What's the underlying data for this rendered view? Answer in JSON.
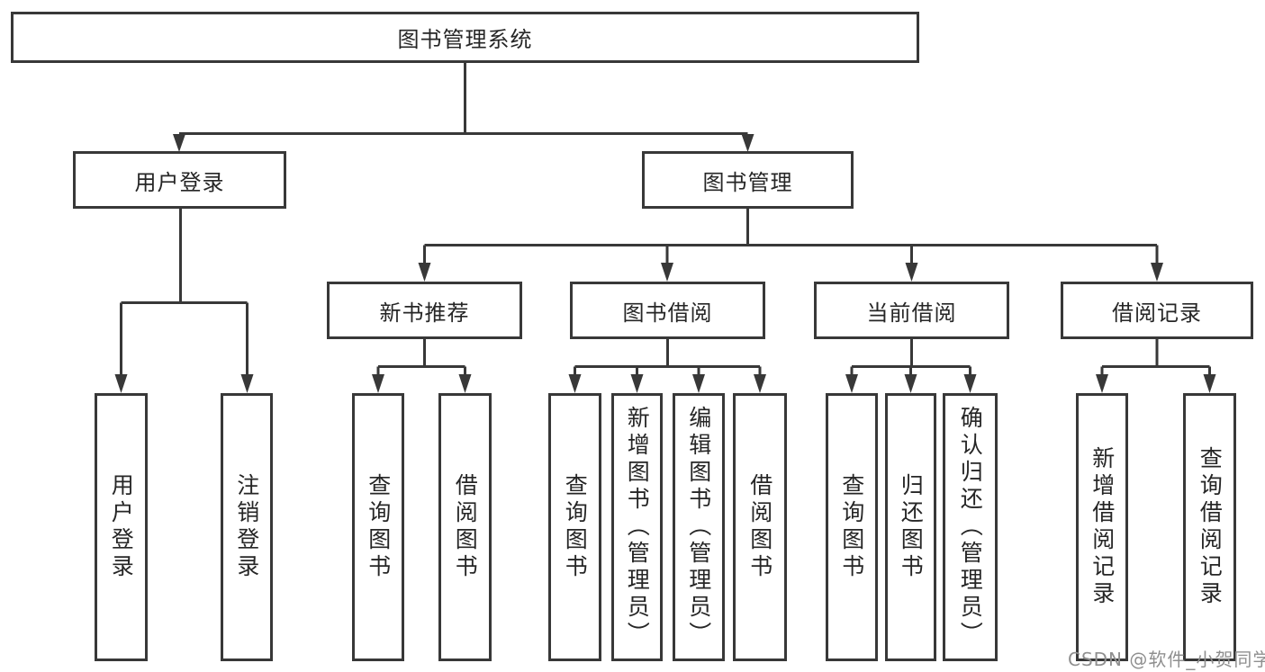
{
  "diagram": {
    "watermark": "CSDN @软件_小贺同学",
    "colors": {
      "line": "#383838",
      "box_border": "#383838",
      "text": "#262626",
      "watermark": "#8f8f8f",
      "background": "#ffffff"
    },
    "nodes": {
      "root": "图书管理系统",
      "user_login": "用户登录",
      "book_management": "图书管理",
      "user_login_leaf": "用户登录",
      "logout_leaf": "注销登录",
      "new_book_rec": "新书推荐",
      "book_borrow": "图书借阅",
      "current_borrow": "当前借阅",
      "borrow_records": "借阅记录",
      "query_books_a": "查询图书",
      "borrow_books_a": "借阅图书",
      "query_books_b": "查询图书",
      "add_books_admin": "新增图书（管理员）",
      "edit_books_admin": "编辑图书（管理员）",
      "borrow_books_b": "借阅图书",
      "query_books_c": "查询图书",
      "return_books": "归还图书",
      "confirm_return_admin": "确认归还（管理员）",
      "add_borrow_record": "新增借阅记录",
      "query_borrow_record": "查询借阅记录"
    },
    "hierarchy": {
      "图书管理系统": {
        "用户登录": [
          "用户登录",
          "注销登录"
        ],
        "图书管理": {
          "新书推荐": [
            "查询图书",
            "借阅图书"
          ],
          "图书借阅": [
            "查询图书",
            "新增图书（管理员）",
            "编辑图书（管理员）",
            "借阅图书"
          ],
          "当前借阅": [
            "查询图书",
            "归还图书",
            "确认归还（管理员）"
          ],
          "借阅记录": [
            "新增借阅记录",
            "查询借阅记录"
          ]
        }
      }
    }
  }
}
